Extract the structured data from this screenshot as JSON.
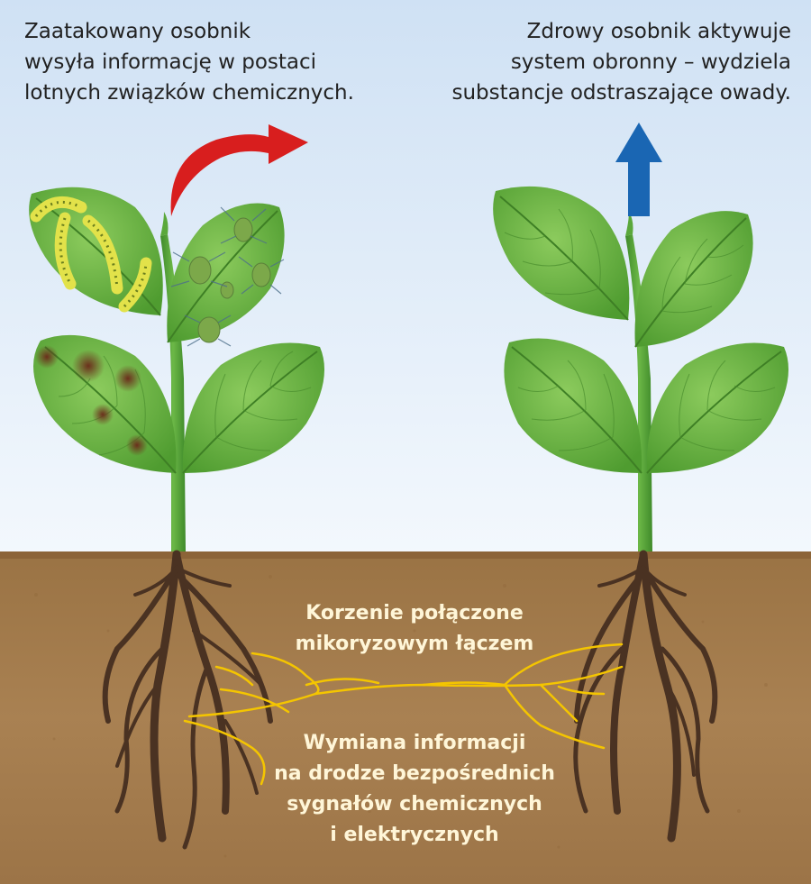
{
  "captions": {
    "attacked": [
      "Zaatakowany osobnik",
      "wysyła informację w postaci",
      "lotnych związków chemicznych."
    ],
    "healthy": [
      "Zdrowy osobnik aktywuje",
      "system obronny –  wydziela",
      "substancje odstraszające owady."
    ]
  },
  "soil_labels": {
    "mycorrhiza": [
      "Korzenie połączone",
      "mikoryzowym łączem"
    ],
    "exchange": [
      "Wymiana informacji",
      "na drodze bezpośrednich",
      "sygnałów chemicznych",
      "i elektrycznych"
    ]
  },
  "colors": {
    "sky_top": "#cfe1f4",
    "sky_bottom": "#f3f8fd",
    "soil": "#a57c4c",
    "soil_dark": "#8a6337",
    "leaf": "#5fae3a",
    "leaf_light": "#86c55a",
    "stem": "#4e9e34",
    "root": "#4a3222",
    "mycorrhiza": "#f4c500",
    "arrow_red": "#d81e1e",
    "arrow_blue": "#1a66b3",
    "label_text": "#fff6d8"
  }
}
